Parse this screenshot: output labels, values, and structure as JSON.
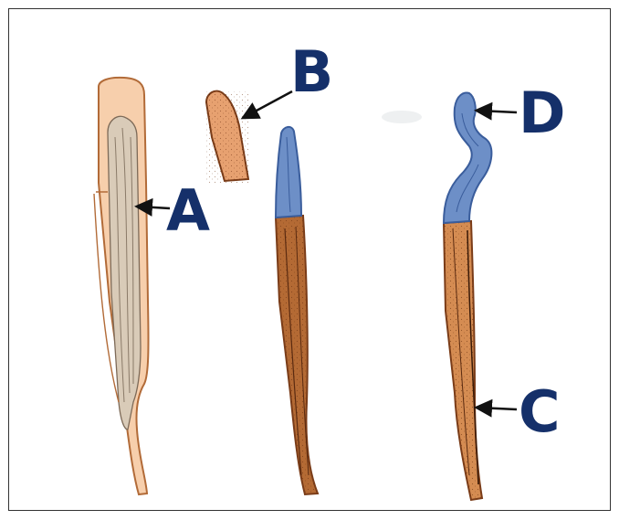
{
  "diagram": {
    "labels": {
      "a": "A",
      "b": "B",
      "c": "C",
      "d": "D"
    },
    "colors": {
      "sheath_light": "#f7cfac",
      "sheath_outline": "#b26b38",
      "fiber_brown": "#b46a34",
      "fiber_dark": "#7a3c18",
      "cap_light": "#e7a170",
      "blue_shoot": "#6d8fc7",
      "blue_outline": "#3a5d9c",
      "label_color": "#15306a"
    }
  }
}
